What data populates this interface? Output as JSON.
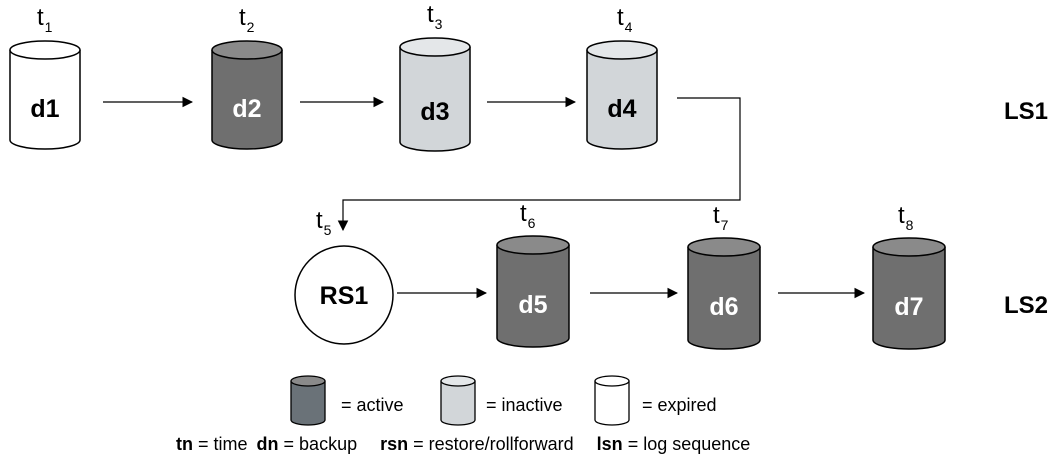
{
  "colors": {
    "active": "#6f6f6f",
    "active_top": "#8a8a8a",
    "inactive": "#d2d6d9",
    "inactive_top": "#e4e7e9",
    "expired": "#ffffff",
    "stroke": "#000000",
    "legend_active": "#6a7278"
  },
  "nodes": {
    "n1": {
      "label": "d1",
      "time": "t",
      "sub": "1",
      "state": "expired"
    },
    "n2": {
      "label": "d2",
      "time": "t",
      "sub": "2",
      "state": "active"
    },
    "n3": {
      "label": "d3",
      "time": "t",
      "sub": "3",
      "state": "inactive"
    },
    "n4": {
      "label": "d4",
      "time": "t",
      "sub": "4",
      "state": "inactive"
    },
    "n5": {
      "label": "RS1",
      "time": "t",
      "sub": "5",
      "state": "restore"
    },
    "n6": {
      "label": "d5",
      "time": "t",
      "sub": "6",
      "state": "active"
    },
    "n7": {
      "label": "d6",
      "time": "t",
      "sub": "7",
      "state": "active"
    },
    "n8": {
      "label": "d7",
      "time": "t",
      "sub": "8",
      "state": "active"
    }
  },
  "rows": {
    "ls1": "LS1",
    "ls2": "LS2"
  },
  "legend": {
    "active": "= active",
    "inactive": "= inactive",
    "expired": "= expired"
  },
  "key": {
    "tn_term": "tn",
    "tn_def": "= time",
    "dn_term": "dn",
    "dn_def": "= backup",
    "rsn_term": "rsn",
    "rsn_def": "= restore/rollforward",
    "lsn_term": "lsn",
    "lsn_def": "= log sequence"
  }
}
